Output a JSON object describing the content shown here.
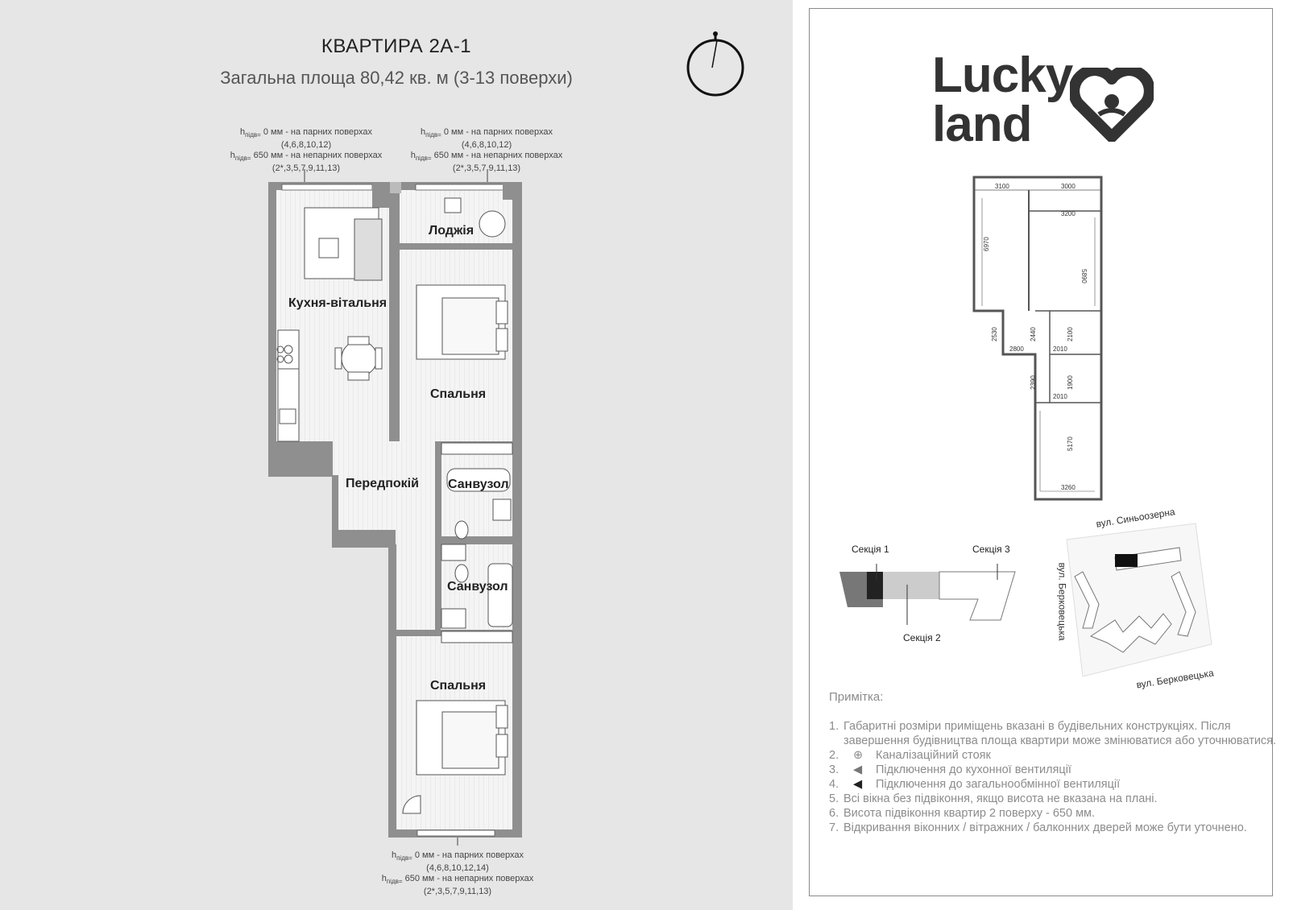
{
  "header": {
    "title": "КВАРТИРА 2А-1",
    "subtitle": "Загальна площа 80,42 кв. м (3-13 поверхи)"
  },
  "height_notes": [
    {
      "l1": "0 мм - на парних поверхах",
      "l2": "(4,6,8,10,12)",
      "l3": "650 мм - на непарних поверхах",
      "l4": "(2*,3,5,7,9,11,13)"
    },
    {
      "l1": "0 мм - на парних поверхах",
      "l2": "(4,6,8,10,12)",
      "l3": "650 мм - на непарних поверхах",
      "l4": "(2*,3,5,7,9,11,13)"
    },
    {
      "l1": "0 мм - на парних поверхах",
      "l2": "(4,6,8,10,12,14)",
      "l3": "650 мм - на непарних поверхах",
      "l4": "(2*,3,5,7,9,11,13)"
    }
  ],
  "h_symbol": "h",
  "h_sub": "підв=",
  "rooms": {
    "loggia": "Лоджія",
    "kitchen": "Кухня-вітальня",
    "bedroom1": "Спальня",
    "hallway": "Передпокій",
    "bathroom1": "Санвузол",
    "bathroom2": "Санвузол",
    "bedroom2": "Спальня"
  },
  "logo": {
    "line1": "Lucky",
    "line2": "land"
  },
  "dimensions": [
    "3100",
    "3000",
    "3200",
    "6970",
    "5890",
    "2530",
    "2440",
    "2100",
    "2800",
    "2010",
    "2390",
    "1900",
    "2010",
    "5170",
    "3260"
  ],
  "site": {
    "section1": "Секція 1",
    "section2": "Секція 2",
    "section3": "Секція 3",
    "street_top": "вул. Синьоозерна",
    "street_left": "вул. Берковецька",
    "street_bottom": "вул. Берковецька"
  },
  "notes": {
    "title": "Примітка:",
    "items": [
      {
        "num": "1.",
        "text": "Габаритні розміри приміщень вказані в будівельних конструкціях. Після завершення будівництва площа квартири може змінюватися або уточнюватися."
      },
      {
        "num": "2.",
        "text": "Каналізаційний стояк",
        "icon": "sewer-riser-icon"
      },
      {
        "num": "3.",
        "text": "Підключення до кухонної вентиляції",
        "icon": "kitchen-vent-icon"
      },
      {
        "num": "4.",
        "text": "Підключення до загальнообмінної вентиляції",
        "icon": "general-vent-icon"
      },
      {
        "num": "5.",
        "text": "Всі вікна без підвіконня, якщо висота не вказана на плані."
      },
      {
        "num": "6.",
        "text": "Висота підвіконня  квартир 2 поверху - 650 мм."
      },
      {
        "num": "7.",
        "text": "Відкривання віконних / вітражних / балконних дверей може бути уточнено."
      }
    ]
  },
  "colors": {
    "wall": "#8f8f8f",
    "floor": "#f2f2f2",
    "accent": "#333333",
    "note": "#8c8c8c"
  }
}
